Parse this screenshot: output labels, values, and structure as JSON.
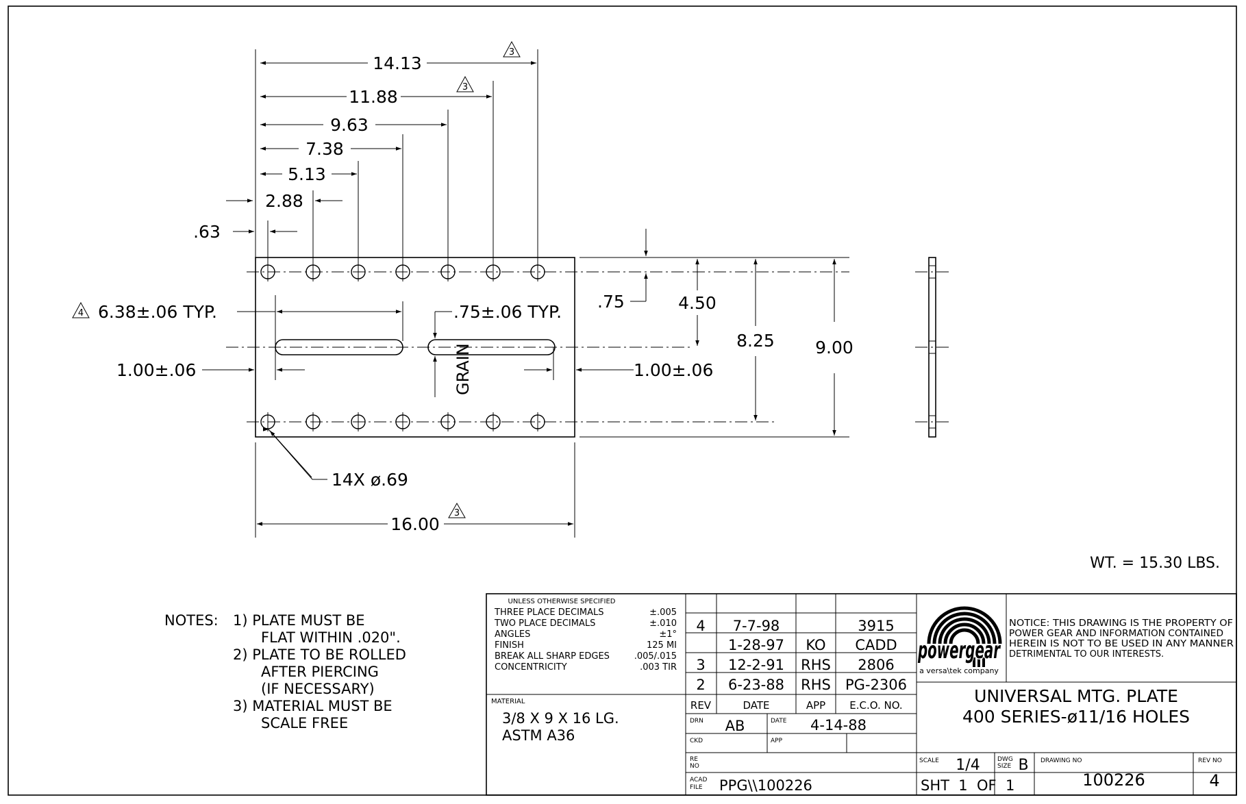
{
  "drawing": {
    "dims_top": [
      "14.13",
      "11.88",
      "9.63",
      "7.38",
      "5.13",
      "2.88",
      ".63"
    ],
    "rev_marker_3": "3",
    "rev_marker_4": "4",
    "slot_length": "6.38±.06 TYP.",
    "slot_width": ".75±.06 TYP.",
    "edge_left": "1.00±.06",
    "edge_right": "1.00±.06",
    "grain": "GRAIN",
    "hole_inset": ".75",
    "half_height": "4.50",
    "hole_span": "8.25",
    "height": "9.00",
    "holes": "14X ø.69",
    "length": "16.00",
    "weight": "WT. = 15.30 LBS."
  },
  "notes": {
    "label": "NOTES:",
    "lines": [
      "1) PLATE MUST BE",
      "FLAT WITHIN .020\".",
      "2) PLATE TO BE ROLLED",
      "AFTER PIERCING",
      "(IF NECESSARY)",
      "3) MATERIAL MUST BE",
      "SCALE FREE"
    ]
  },
  "tolerances": {
    "header": "UNLESS OTHERWISE SPECIFIED",
    "rows": [
      {
        "label": "THREE PLACE DECIMALS",
        "value": "±.005"
      },
      {
        "label": "TWO PLACE DECIMALS",
        "value": "±.010"
      },
      {
        "label": "ANGLES",
        "value": "±1°"
      },
      {
        "label": "FINISH",
        "value": "125 MI"
      },
      {
        "label": "BREAK ALL SHARP EDGES",
        "value": ".005/.015"
      },
      {
        "label": "CONCENTRICITY",
        "value": ".003 TIR"
      }
    ]
  },
  "material": {
    "label": "MATERIAL",
    "line1": "3/8 X 9 X 16 LG.",
    "line2": "ASTM A36"
  },
  "revisions": {
    "rows": [
      {
        "rev": "4",
        "date": "7-7-98",
        "app": "",
        "eco": "3915"
      },
      {
        "rev": "",
        "date": "1-28-97",
        "app": "KO",
        "eco": "CADD"
      },
      {
        "rev": "3",
        "date": "12-2-91",
        "app": "RHS",
        "eco": "2806"
      },
      {
        "rev": "2",
        "date": "6-23-88",
        "app": "RHS",
        "eco": "PG-2306"
      }
    ],
    "headers": {
      "rev": "REV",
      "date": "DATE",
      "app": "APP",
      "eco": "E.C.O. NO."
    }
  },
  "signoff": {
    "drn_label": "DRN",
    "drn_value": "AB",
    "date_label": "DATE",
    "date_value": "4-14-88",
    "ckd_label": "CKD",
    "app_label": "APP",
    "reno_label1": "RE",
    "reno_label2": "NO",
    "acad_label1": "ACAD",
    "acad_label2": "FILE",
    "acad_value": "PPG\\\\100226"
  },
  "company": {
    "logo_text": "powergear",
    "tagline": "a versa\\tek company",
    "notice_lines": [
      "NOTICE: THIS DRAWING IS THE PROPERTY OF",
      "POWER GEAR AND INFORMATION CONTAINED",
      "HEREIN IS NOT TO BE USED IN ANY MANNER",
      "DETRIMENTAL TO OUR INTERESTS."
    ]
  },
  "title_block": {
    "title1": "UNIVERSAL MTG. PLATE",
    "title2": "400 SERIES-ø11/16 HOLES",
    "scale_label": "SCALE",
    "scale_value": "1/4",
    "dwg_size_label1": "DWG",
    "dwg_size_label2": "SIZE",
    "dwg_size_value": "B",
    "drawing_no_label": "DRAWING NO",
    "drawing_no_value": "100226",
    "rev_no_label": "REV NO",
    "rev_no_value": "4",
    "sheet": "SHT  1  OF  1"
  }
}
